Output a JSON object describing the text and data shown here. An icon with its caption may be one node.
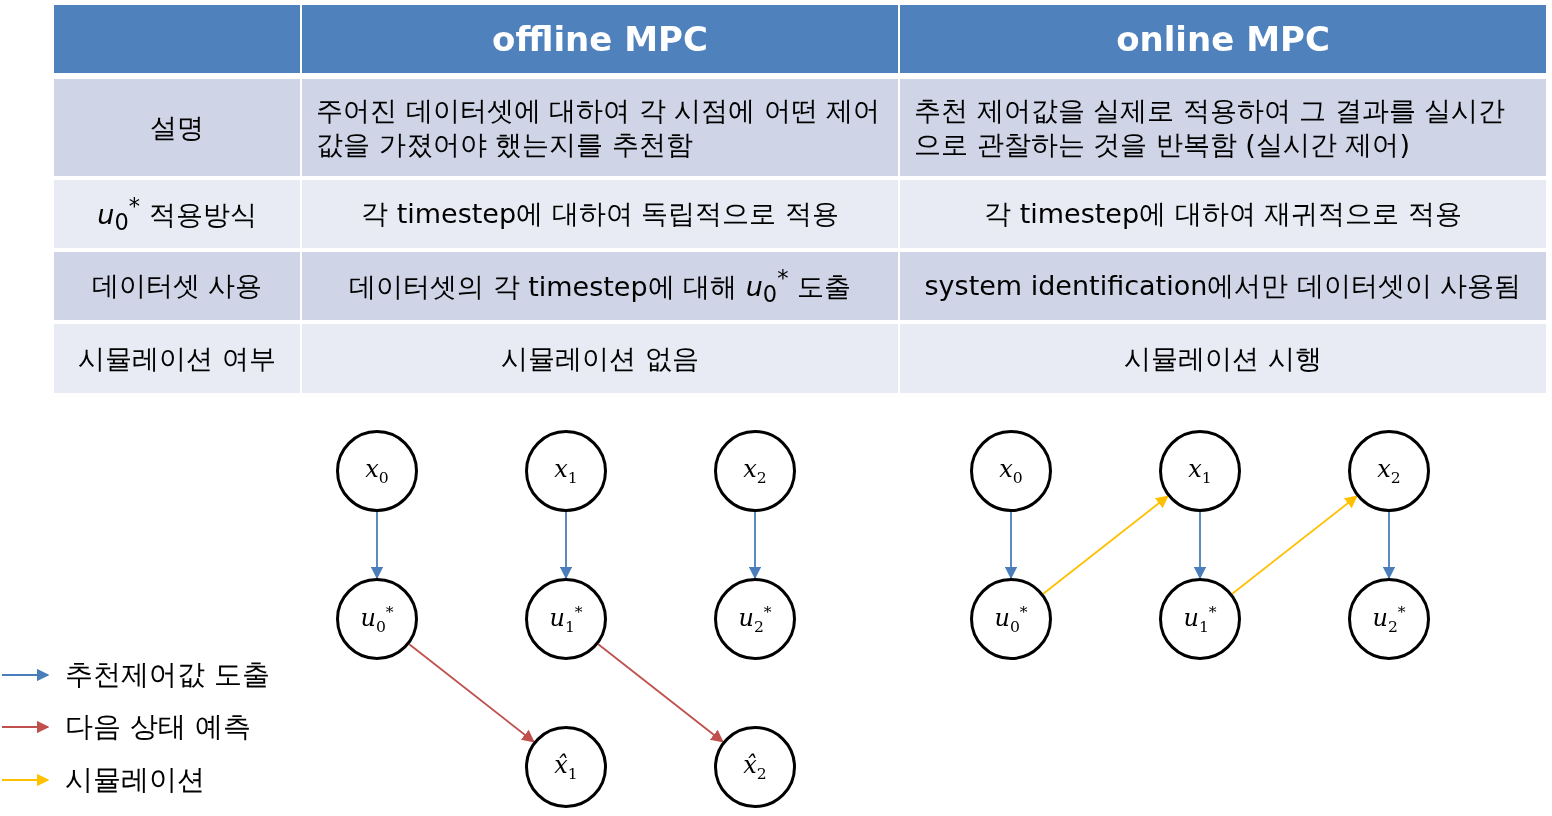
{
  "diagram": {
    "nodes": [
      {
        "text": [
          "*x*$_{0}$"
        ]
      },
      {
        "text": [
          "*x*$_{1}$"
        ]
      },
      {
        "text": [
          "*x*$_{2}$"
        ]
      },
      {
        "text": [
          "*u*$_{0}$$^{*}$"
        ]
      },
      {
        "text": [
          "*u*$_{1}$$^{*}$"
        ]
      },
      {
        "text": [
          "*u*$_{2}$$^{*}$"
        ]
      },
      {
        "text": [
          "*x̂*$_{1}$"
        ]
      },
      {
        "text": [
          "*x̂*$_{2}$"
        ]
      },
      {
        "text": [
          "*x*$_{0}$"
        ]
      },
      {
        "text": [
          "*x*$_{1}$"
        ]
      },
      {
        "text": [
          "*x*$_{2}$"
        ]
      },
      {
        "text": [
          "*u*$_{0}$$^{*}$"
        ]
      },
      {
        "text": [
          "*u*$_{1}$$^{*}$"
        ]
      },
      {
        "text": [
          "*u*$_{2}$$^{*}$"
        ]
      }
    ],
    "edges": [
      {
        "from": 0,
        "to": 3,
        "arrow": "to"
      },
      {
        "from": 1,
        "to": 4,
        "arrow": "to"
      },
      {
        "from": 2,
        "to": 5,
        "arrow": "to"
      },
      {
        "from": 3,
        "to": 6,
        "arrow": "to",
        "color": "#c0504d"
      },
      {
        "from": 4,
        "to": 7,
        "arrow": "to",
        "color": "#c0504d"
      },
      {
        "from": 8,
        "to": 11,
        "arrow": "to"
      },
      {
        "from": 9,
        "to": 12,
        "arrow": "to"
      },
      {
        "from": 10,
        "to": 13,
        "arrow": "to"
      },
      {
        "from": 11,
        "to": 9,
        "arrow": "to",
        "color": "#ffc000"
      },
      {
        "from": 12,
        "to": 10,
        "arrow": "to",
        "color": "#ffc000"
      }
    ],
    "labels": [
      "offline MPC",
      "online MPC",
      "설명",
      "주어진 데이터셋에 대하여 각 시점에 어떤 제어값을 가졌어야 했는지를 추천함",
      "추천 제어값을 실제로 적용하여 그 결과를 실시간으로 관찰하는 것을 반복함 (실시간 제어)",
      "*u*$_{0}$$^{*}$ 적용방식",
      "각 timestep에 대하여 독립적으로 적용",
      "각 timestep에 대하여 재귀적으로 적용",
      "데이터셋 사용",
      "데이터셋의 각 timestep에 대해 *u*$_{0}$$^{*}$ 도출",
      "system identification에서만 데이터셋이 사용됨",
      "시뮬레이션 여부",
      "시뮬레이션 없음",
      "시뮬레이션 시행"
    ],
    "legend": [
      {
        "text": "추천제어값 도출"
      },
      {
        "text": "다음 상태 예측"
      },
      {
        "text": "시뮬레이션"
      }
    ]
  }
}
